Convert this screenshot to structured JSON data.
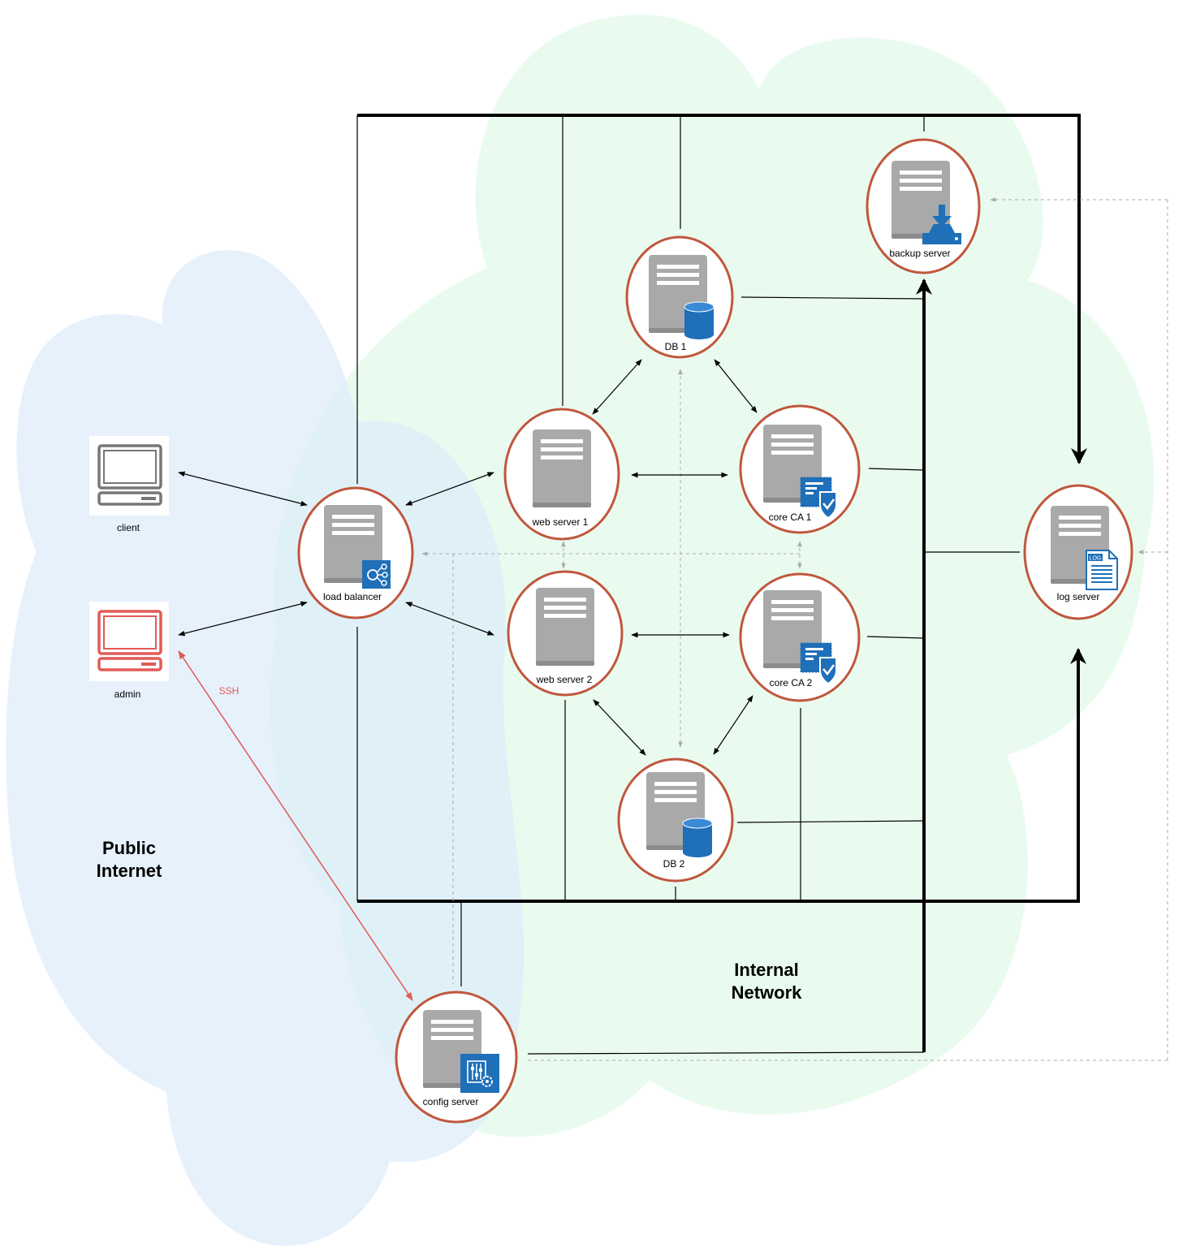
{
  "zones": {
    "public": {
      "line1": "Public",
      "line2": "Internet",
      "color": "#e8f3fd"
    },
    "internal": {
      "line1": "Internal",
      "line2": "Network",
      "color": "#e9fbee"
    }
  },
  "nodes": {
    "client": {
      "label": "client",
      "icon": "computer-icon",
      "color": "#777777"
    },
    "admin": {
      "label": "admin",
      "icon": "computer-icon",
      "color": "#e05a57"
    },
    "load_balancer": {
      "label": "load balancer",
      "icon": "load-balancer-icon"
    },
    "web_server_1": {
      "label": "web server 1",
      "icon": "server-icon"
    },
    "web_server_2": {
      "label": "web server 2",
      "icon": "server-icon"
    },
    "db_1": {
      "label": "DB 1",
      "icon": "database-icon"
    },
    "db_2": {
      "label": "DB 2",
      "icon": "database-icon"
    },
    "core_ca_1": {
      "label": "core CA 1",
      "icon": "certificate-icon"
    },
    "core_ca_2": {
      "label": "core CA 2",
      "icon": "certificate-icon"
    },
    "backup_server": {
      "label": "backup server",
      "icon": "backup-download-icon"
    },
    "log_server": {
      "label": "log server",
      "icon": "log-document-icon",
      "badge": "LOG"
    },
    "config_server": {
      "label": "config server",
      "icon": "config-settings-icon"
    }
  },
  "edges": {
    "ssh": {
      "label": "SSH",
      "color": "#e05a57"
    }
  },
  "colors": {
    "node_ring": "#c0573d",
    "server_gray": "#a9a9a9",
    "accent_blue": "#1f6fb9",
    "dashed_gray": "#aaaaaa"
  }
}
